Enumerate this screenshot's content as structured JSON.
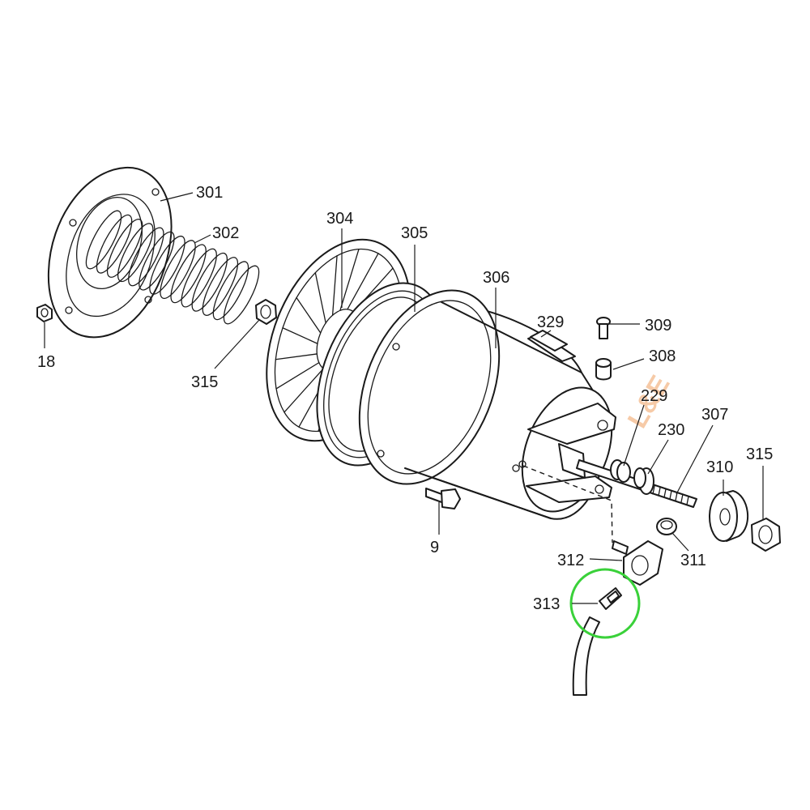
{
  "labels": {
    "p301": "301",
    "p302": "302",
    "p304": "304",
    "p305": "305",
    "p306": "306",
    "p329": "329",
    "p309": "309",
    "p308": "308",
    "p229": "229",
    "p230": "230",
    "p307": "307",
    "p310": "310",
    "p315a": "315",
    "p315b": "315",
    "p18": "18",
    "p9": "9",
    "p312": "312",
    "p311": "311",
    "p313": "313"
  },
  "highlight": {
    "part": "313",
    "color": "#3ad13a"
  },
  "watermark": {
    "color": "#f0a060"
  }
}
